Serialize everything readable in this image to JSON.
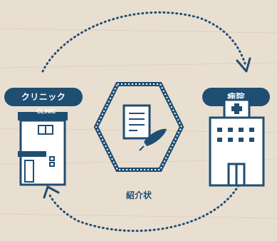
{
  "labels": {
    "clinic": "クリニック",
    "hospital": "病院",
    "clinic_sign": "CLINIC",
    "referral": "紹介状"
  },
  "icons": {
    "clinic_building": "clinic-building-icon",
    "hospital_building": "hospital-building-icon",
    "referral_document": "document-with-pen-icon",
    "arrow_top": "curved-dotted-arrow-icon",
    "arrow_bottom": "curved-dotted-arrow-icon"
  },
  "colors": {
    "primary": "#1f4e73",
    "background": "#e8ddd0",
    "white": "#ffffff"
  }
}
